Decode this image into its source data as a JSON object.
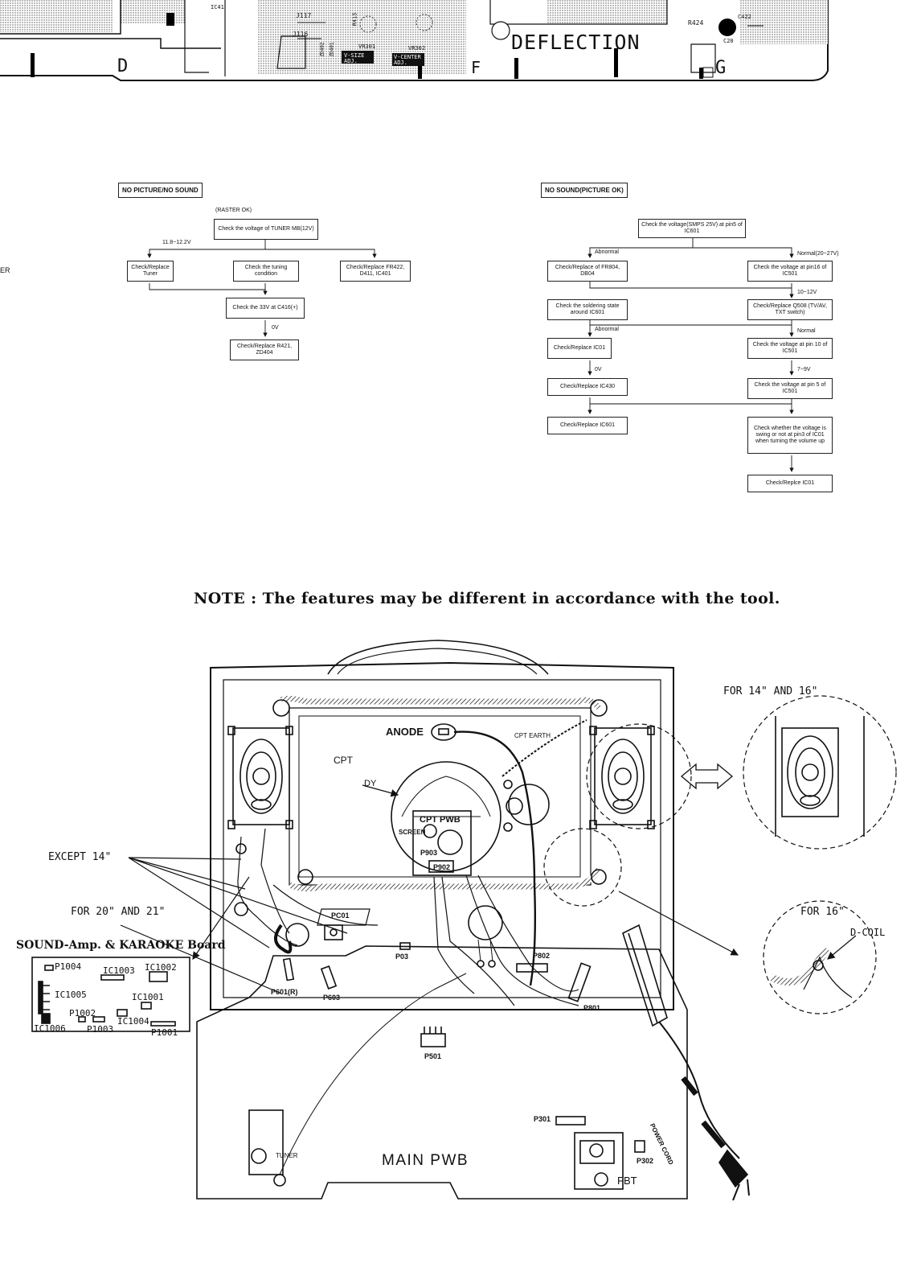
{
  "pcb": {
    "deflection": "DEFLECTION",
    "labels": [
      "J117",
      "J116",
      "VR301",
      "VR302",
      "R424",
      "C422",
      "C20",
      "R415",
      "ZD402",
      "ZD401"
    ],
    "vsize": "V-SIZE ADJ.",
    "vcenter": "V-CENTER ADJ.",
    "sections": [
      "D",
      "F",
      "G"
    ],
    "left_marker": "IC41",
    "cut_r": "ER"
  },
  "flow1": {
    "title": "NO PICTURE/NO SOUND",
    "raster": "(RASTER OK)",
    "start": "Check the voltage of TUNER MB(12V)",
    "cond_left": "11.8~12.2V",
    "b1": "Check/Replace Tuner",
    "b2": "Check the tuning condition",
    "b3": "Check/Replace FR422, D411, IC401",
    "b4": "Check the 33V at C416(+)",
    "cond_0v": "0V",
    "b5": "Check/Replace R421, ZD404"
  },
  "flow2": {
    "title": "NO SOUND(PICTURE OK)",
    "start": "Check the voltage(SMPS 25V) at pin5 of IC601",
    "abnormal1": "Abnormal",
    "normal1": "Normal(20~27V)",
    "l1": "Check/Replace of FR804, DB04",
    "r1": "Check the voltage at pin16 of IC501",
    "c_10_12": "10~12V",
    "l2": "Check the soldering state around IC601",
    "r2": "Check/Replace Q508 (TV/AV, TXT switch)",
    "abnormal2": "Abnormal",
    "normal2": "Normal",
    "l3": "Check/Replace IC01",
    "r3": "Check the voltage at pin 10 of IC501",
    "c_0v": "0V",
    "c_7_9": "7~9V",
    "l4": "Check/Replace IC430",
    "r4": "Check the voltage at pin 5 of IC501",
    "l5": "Check/Replace IC601",
    "r5": "Check whether the voltage is swing or not at pin3 of IC01 when turning the volume up",
    "r6": "Check/Replce IC01"
  },
  "note": "NOTE  : The features may be different in accordance with the tool.",
  "diagram": {
    "for_14_16": "FOR 14\" AND 16\"",
    "for_16": "FOR 16\"",
    "dcoil": "D-COIL",
    "except_14": "EXCEPT 14\"",
    "for_20_21": "FOR 20\" AND 21\"",
    "anode": "ANODE",
    "cpt_earth": "CPT EARTH",
    "cpt": "CPT",
    "dy": "DY",
    "cpt_pwb": "CPT PWB",
    "screen": "SCREEN",
    "p903": "P903",
    "p902": "P902",
    "pc01": "PC01",
    "p03": "P03",
    "p802": "P802",
    "p801": "P801",
    "p601r": "P601(R)",
    "p603": "P603",
    "p501": "P501",
    "p301": "P301",
    "p302": "P302",
    "tuner": "TUNER",
    "main_pwb": "MAIN PWB",
    "fbt": "FBT",
    "power_cord": "POWER CORD"
  },
  "board": {
    "caption": "SOUND-Amp. & KARAOKE Board",
    "labels": [
      "P1004",
      "IC1003",
      "IC1002",
      "IC1005",
      "IC1001",
      "P1002",
      "IC1004",
      "IC1006",
      "P1003",
      "P1001"
    ]
  }
}
